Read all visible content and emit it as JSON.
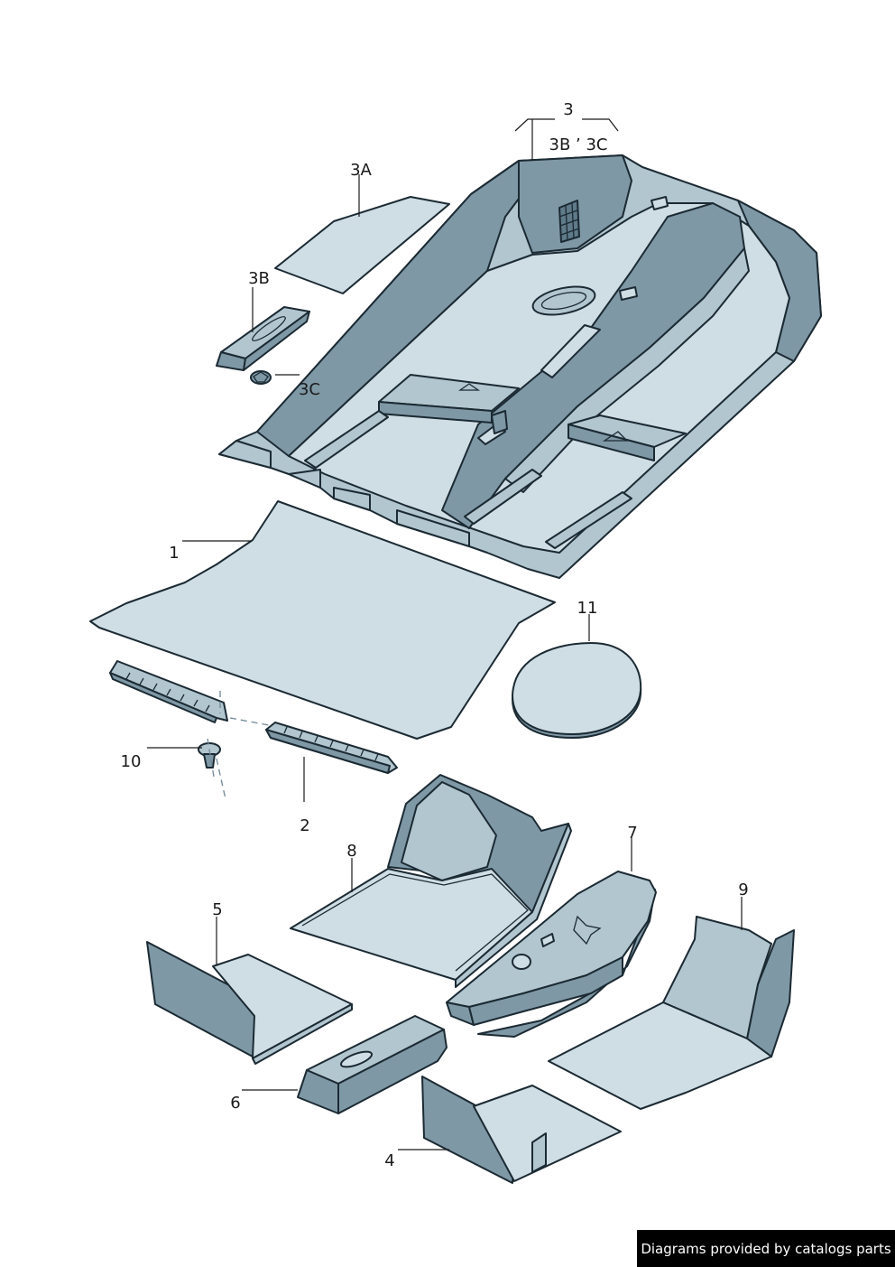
{
  "callouts": {
    "c3": "3",
    "c3b3c": "3B ʼ 3C",
    "c3a": "3A",
    "c3b": "3B",
    "c3c": "3C",
    "c1": "1",
    "c11": "11",
    "c10": "10",
    "c2": "2",
    "c8": "8",
    "c7": "7",
    "c5": "5",
    "c9": "9",
    "c6": "6",
    "c4": "4"
  },
  "footer": {
    "credit": "Diagrams provided by catalogs parts"
  },
  "colors": {
    "part_light": "#cfdde4",
    "part_mid": "#b2c6d0",
    "part_dark": "#7f98a6",
    "outline": "#1b2a33",
    "footer_bg": "#000000",
    "footer_text": "#ffffff"
  }
}
